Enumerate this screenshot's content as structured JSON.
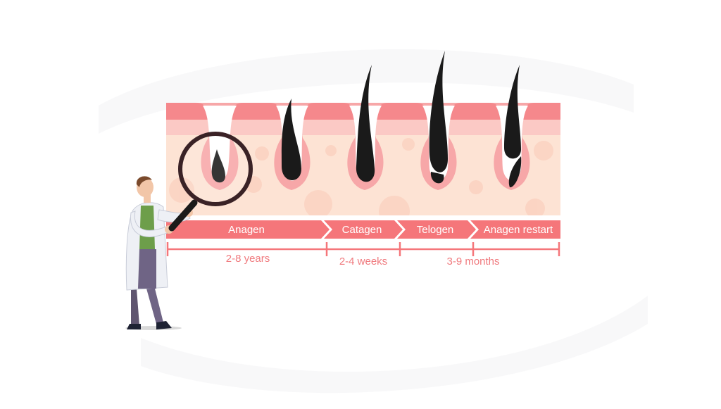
{
  "phases": [
    {
      "label": "Anagen"
    },
    {
      "label": "Catagen"
    },
    {
      "label": "Telogen"
    },
    {
      "label": "Anagen restart"
    }
  ],
  "durations": [
    {
      "label": "2-8 years"
    },
    {
      "label": "2-4 weeks"
    },
    {
      "label": "3-9 months"
    }
  ],
  "colors": {
    "accent": "#f5767a",
    "skin_top": "#f5888c",
    "skin_mid": "#fbc9c5",
    "skin_low": "#fde3d4",
    "hair": "#1a1a1a",
    "coat": "#eef0f5",
    "pants": "#6f6485",
    "shirt": "#6d9e4a"
  }
}
